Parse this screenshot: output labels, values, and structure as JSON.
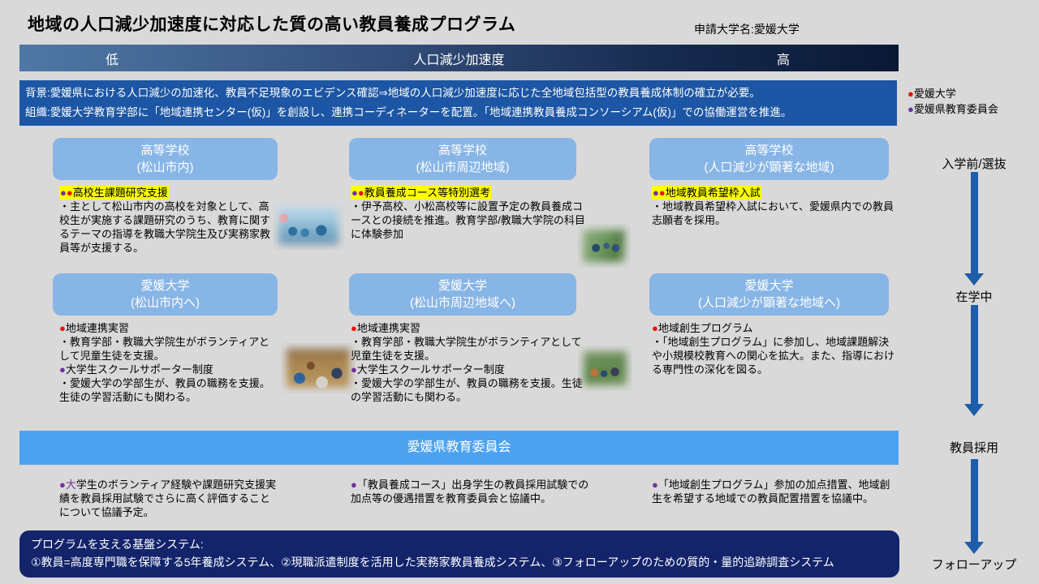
{
  "glyphs": {
    "dot": "●"
  },
  "colors": {
    "page_bg": "#d9d9d9",
    "axis_bar_gradient": [
      "#4f78a5",
      "#0a1834"
    ],
    "context_box_bg": "#1c56a4",
    "card_bg": "#87b5e6",
    "board_bar_bg": "#4da2f0",
    "foundation_bg": "#13246b",
    "arrow": "#1d5da9",
    "highlight": "#ffff00",
    "dot_red": "#e8150d",
    "dot_purple": "#7030a0"
  },
  "slide": {
    "title": "地域の人口減少加速度に対応した質の高い教員養成プログラム",
    "applicant": "申請大学名:愛媛大学"
  },
  "axis_bar": {
    "low": "低",
    "center": "人口減少加速度",
    "high": "高"
  },
  "context_box": {
    "line1": "背景:愛媛県における人口減少の加速化、教員不足現象のエビデンス確認⇒地域の人口減少加速度に応じた全地域包括型の教員養成体制の確立が必要。",
    "line2": "組織:愛媛大学教育学部に「地域連携センター(仮)」を創設し、連携コーディネーターを配置。「地域連携教員養成コンソーシアム(仮)」での協働運営を推進。"
  },
  "legend": {
    "items": [
      {
        "dot": "●",
        "color": "#e8150d",
        "label": "愛媛大学"
      },
      {
        "dot": "●",
        "color": "#7030a0",
        "label": "愛媛県教育委員会"
      }
    ]
  },
  "columns": [
    {
      "hs_card": {
        "line1": "高等学校",
        "line2": "(松山市内)"
      },
      "hs_note": {
        "heading": "高校生課題研究支援",
        "body": "・主として松山市内の高校を対象として、高校生が実施する課題研究のうち、教育に関するテーマの指導を教職大学院生及び実務家教員等が支援する。"
      },
      "univ_card": {
        "line1": "愛媛大学",
        "line2": "(松山市内へ)"
      },
      "univ_bullets": [
        {
          "heading": "地域連携実習",
          "body": "・教育学部・教職大学院生がボランティアとして児童生徒を支援。"
        },
        {
          "heading": "大学生スクールサポーター制度",
          "body": "・愛媛大学の学部生が、教員の職務を支援。生徒の学習活動にも関わる。"
        }
      ],
      "board_note": {
        "lead": "大",
        "text": "学生のボランティア経験や課題研究支援実績を教員採用試験でさらに高く評価することについて協議予定。"
      }
    },
    {
      "hs_card": {
        "line1": "高等学校",
        "line2": "(松山市周辺地域)"
      },
      "hs_note": {
        "heading": "教員養成コース等特別選考",
        "body": "・伊予高校、小松高校等に設置予定の教員養成コースとの接続を推進。教育学部/教職大学院の科目に体験参加"
      },
      "univ_card": {
        "line1": "愛媛大学",
        "line2": "(松山市周辺地域へ)"
      },
      "univ_bullets": [
        {
          "heading": "地域連携実習",
          "body": "・教育学部・教職大学院生がボランティアとして児童生徒を支援。"
        },
        {
          "heading": "大学生スクールサポーター制度",
          "body": "・愛媛大学の学部生が、教員の職務を支援。生徒の学習活動にも関わる。"
        }
      ],
      "board_note": {
        "text": "「教員養成コース」出身学生の教員採用試験での加点等の優遇措置を教育委員会と協議中。"
      }
    },
    {
      "hs_card": {
        "line1": "高等学校",
        "line2": "(人口減少が顕著な地域)"
      },
      "hs_note": {
        "heading": "地域教員希望枠入試",
        "body": "・地域教員希望枠入試において、愛媛県内での教員志願者を採用。"
      },
      "univ_card": {
        "line1": "愛媛大学",
        "line2": "(人口減少が顕著な地域へ)"
      },
      "univ_bullets": [
        {
          "heading": "地域創生プログラム",
          "body": "・「地域創生プログラム」に参加し、地域課題解決や小規模校教育への関心を拡大。また、指導における専門性の深化を図る。"
        }
      ],
      "board_note": {
        "text": "「地域創生プログラム」参加の加点措置、地域創生を希望する地域での教員配置措置を協議中。"
      }
    }
  ],
  "board_bar": {
    "label": "愛媛県教育委員会"
  },
  "foundation_box": {
    "heading": "プログラムを支える基盤システム:",
    "body": "①教員=高度専門職を保障する5年養成システム、②現職派遣制度を活用した実務家教員養成システム、③フォローアップのための質的・量的追跡調査システム"
  },
  "timeline": {
    "stages": [
      "入学前/選抜",
      "在学中",
      "教員採用",
      "フォローアップ"
    ]
  },
  "photos": [
    {
      "label": "高校生の屋外活動の写真"
    },
    {
      "label": "生徒の校外散策の写真"
    },
    {
      "label": "児童との教室内活動の写真"
    },
    {
      "label": "地域での野外活動の写真"
    }
  ]
}
